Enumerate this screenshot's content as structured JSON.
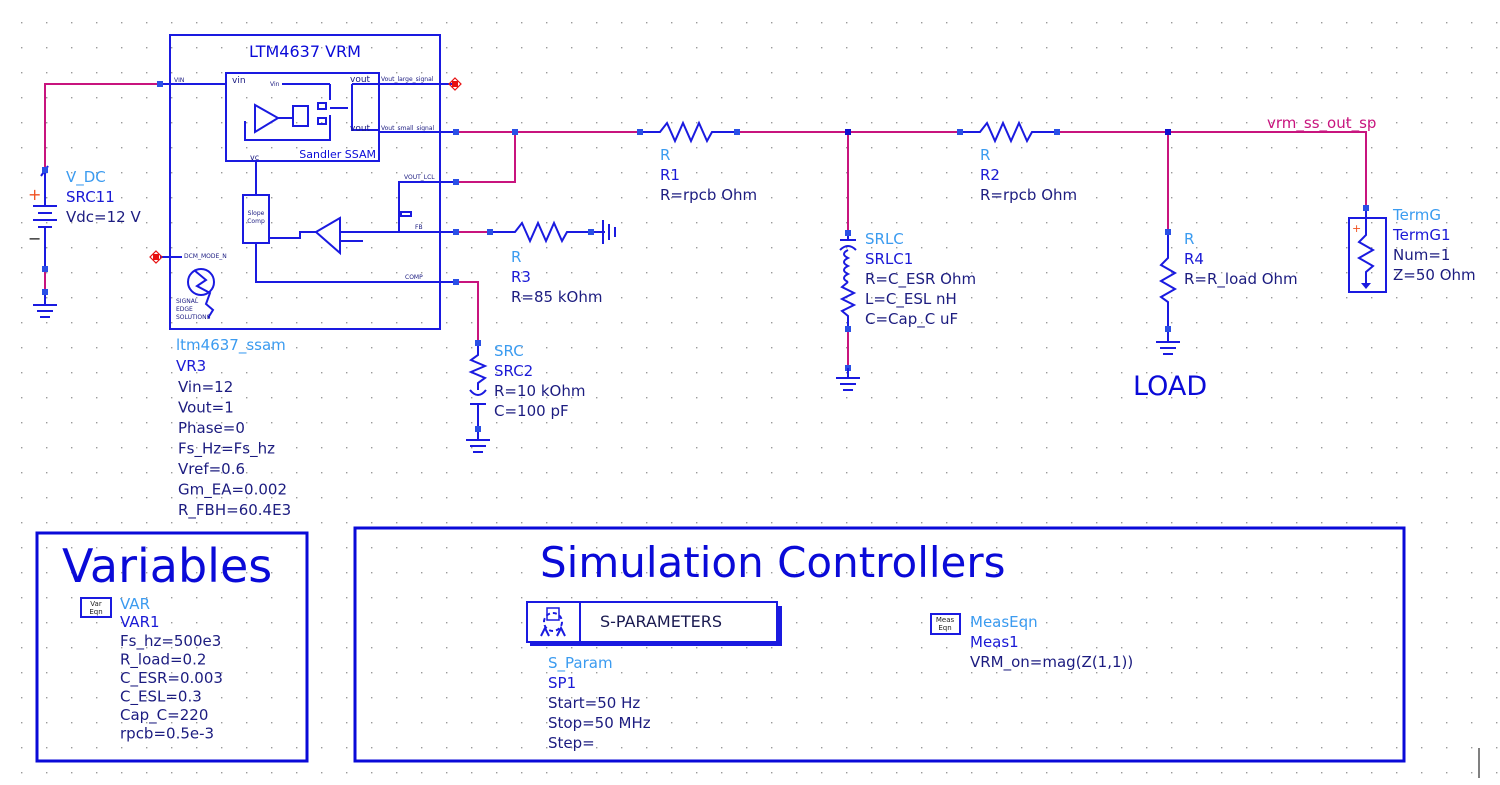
{
  "app": "ADS Schematic",
  "colors": {
    "wire": "#c8147e",
    "component": "#1a1ae0",
    "type_label": "#3b9bf0",
    "instance_label": "#1a1ad6",
    "param_label": "#1c1c80",
    "frame": "#0a0ad8",
    "error_pin": "#e81010"
  },
  "vrm": {
    "title": "LTM4637 VRM",
    "subcircuit_title": "Sandler SSAM",
    "pins": {
      "vin": "VIN",
      "vin_inner": "vin",
      "vout1": "vout",
      "vout2": "vout",
      "vout_large": "Vout_large_signal",
      "vout_small": "Vout_small_signal",
      "vc": "vc",
      "vout_lcl": "VOUT_LCL",
      "fb": "FB",
      "comp": "COMP",
      "dcm": "DCM_MODE_N"
    },
    "slope_comp": "Slope Comp",
    "logo_lines": [
      "SIGNAL",
      "EDGE",
      "SOLUTIONS"
    ],
    "type": "ltm4637_ssam",
    "instance": "VR3",
    "params": [
      "Vin=12",
      "Vout=1",
      "Phase=0",
      "Fs_Hz=Fs_hz",
      "Vref=0.6",
      "Gm_EA=0.002",
      "R_FBH=60.4E3"
    ]
  },
  "vdc": {
    "type": "V_DC",
    "instance": "SRC11",
    "params": [
      "Vdc=12 V"
    ]
  },
  "r1": {
    "type": "R",
    "instance": "R1",
    "params": [
      "R=rpcb Ohm"
    ]
  },
  "r2": {
    "type": "R",
    "instance": "R2",
    "params": [
      "R=rpcb Ohm"
    ]
  },
  "r3": {
    "type": "R",
    "instance": "R3",
    "params": [
      "R=85 kOhm"
    ]
  },
  "src2": {
    "type": "SRC",
    "instance": "SRC2",
    "params": [
      "R=10 kOhm",
      "C=100 pF"
    ]
  },
  "srlc": {
    "type": "SRLC",
    "instance": "SRLC1",
    "params": [
      "R=C_ESR Ohm",
      "L=C_ESL nH",
      "C=Cap_C uF"
    ]
  },
  "r4": {
    "type": "R",
    "instance": "R4",
    "params": [
      "R=R_load Ohm"
    ]
  },
  "load_label": "LOAD",
  "net_label": "vrm_ss_out_sp",
  "termg": {
    "type": "TermG",
    "instance": "TermG1",
    "params": [
      "Num=1",
      "Z=50 Ohm"
    ]
  },
  "variables": {
    "title": "Variables",
    "icon": [
      "Var",
      "Eqn"
    ],
    "type": "VAR",
    "instance": "VAR1",
    "params": [
      "Fs_hz=500e3",
      "R_load=0.2",
      "C_ESR=0.003",
      "C_ESL=0.3",
      "Cap_C=220",
      "rpcb=0.5e-3"
    ]
  },
  "sim": {
    "title": "Simulation Controllers",
    "sparam_label": "S-PARAMETERS",
    "sparam": {
      "type": "S_Param",
      "instance": "SP1",
      "params": [
        "Start=50 Hz",
        "Stop=50 MHz",
        "Step="
      ]
    },
    "meas_icon": [
      "Meas",
      "Eqn"
    ],
    "meas": {
      "type": "MeasEqn",
      "instance": "Meas1",
      "params": [
        "VRM_on=mag(Z(1,1))"
      ]
    }
  }
}
